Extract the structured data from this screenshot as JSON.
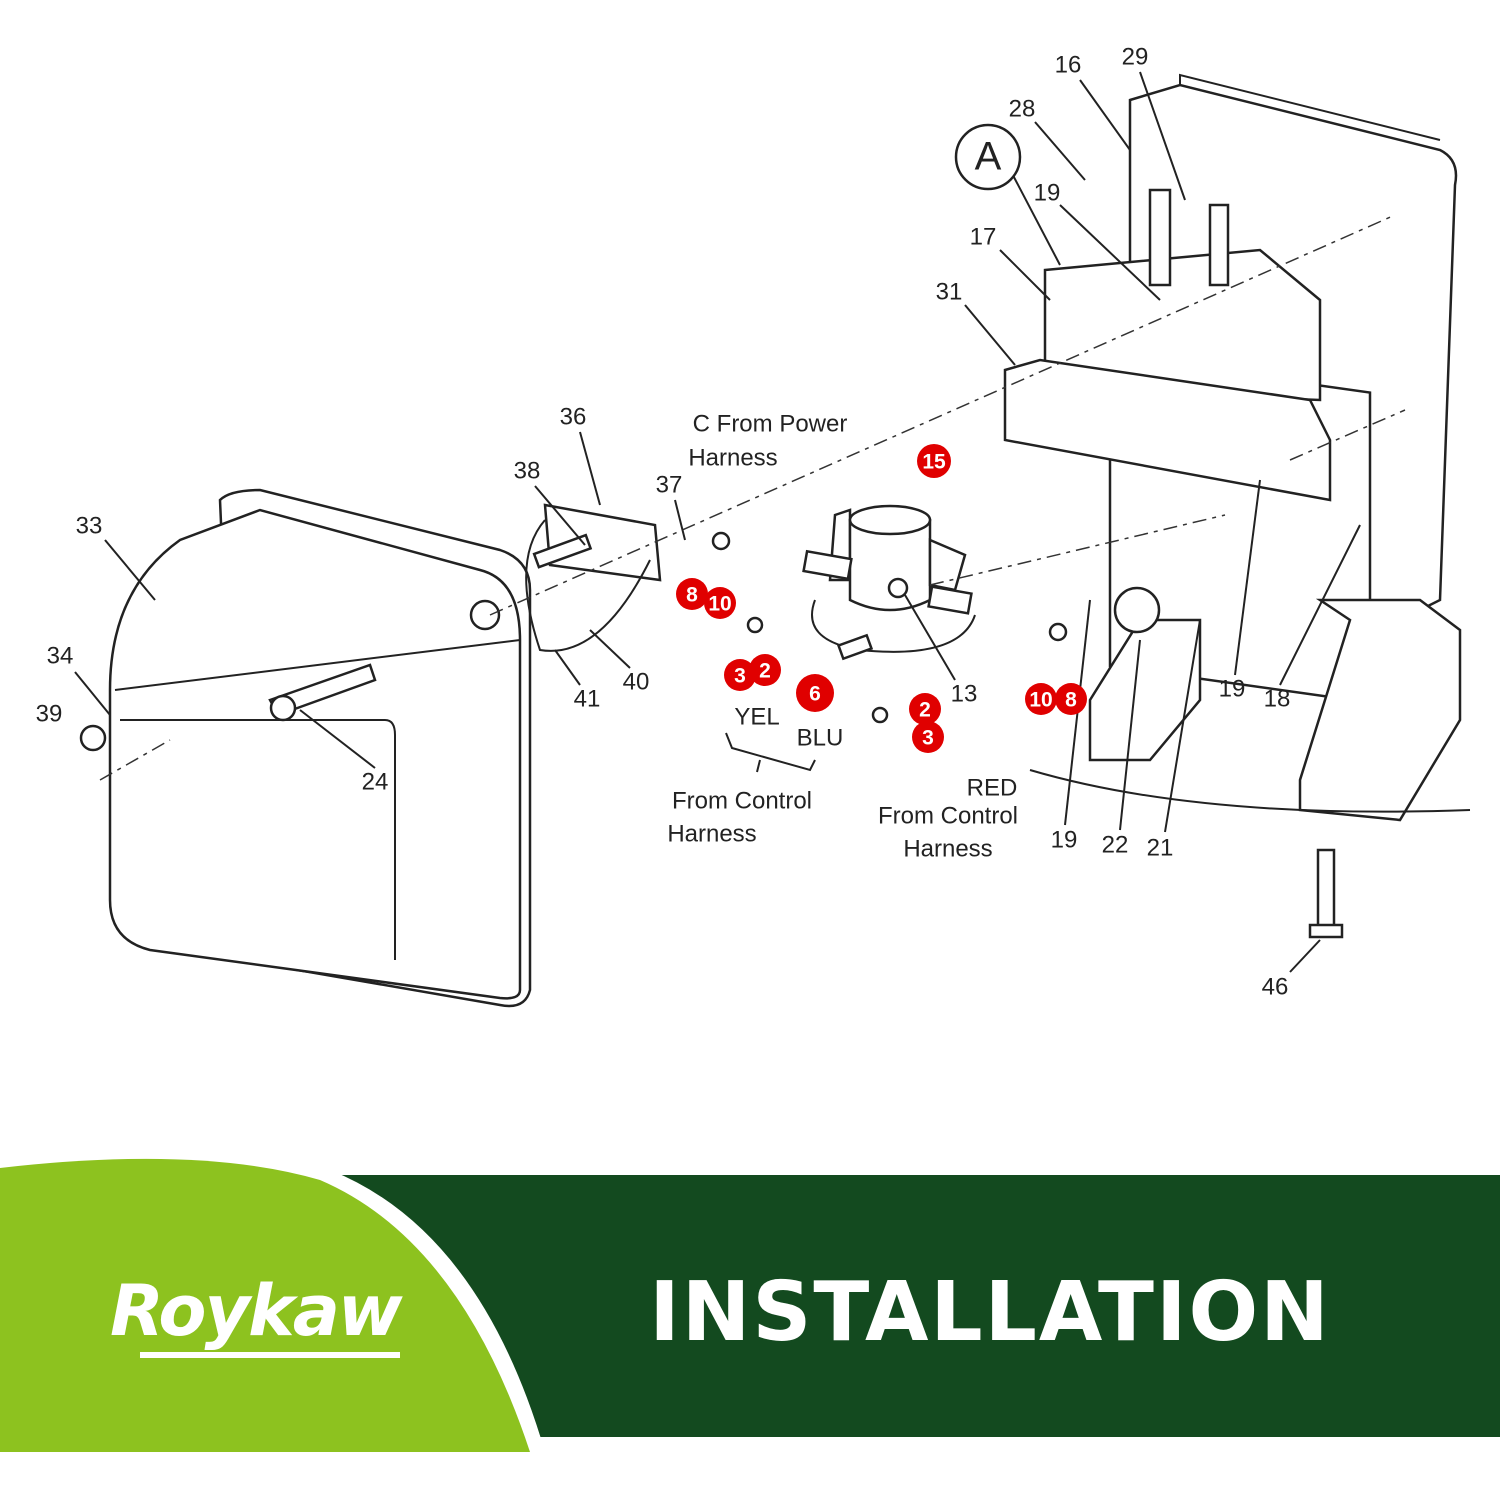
{
  "callouts": [
    {
      "id": "16",
      "text": "16"
    },
    {
      "id": "29",
      "text": "29"
    },
    {
      "id": "28",
      "text": "28"
    },
    {
      "id": "19a",
      "text": "19"
    },
    {
      "id": "17",
      "text": "17"
    },
    {
      "id": "31",
      "text": "31"
    },
    {
      "id": "36",
      "text": "36"
    },
    {
      "id": "38",
      "text": "38"
    },
    {
      "id": "37",
      "text": "37"
    },
    {
      "id": "33",
      "text": "33"
    },
    {
      "id": "34",
      "text": "34"
    },
    {
      "id": "39",
      "text": "39"
    },
    {
      "id": "24",
      "text": "24"
    },
    {
      "id": "41",
      "text": "41"
    },
    {
      "id": "40",
      "text": "40"
    },
    {
      "id": "13",
      "text": "13"
    },
    {
      "id": "19b",
      "text": "19"
    },
    {
      "id": "18",
      "text": "18"
    },
    {
      "id": "19c",
      "text": "19"
    },
    {
      "id": "22",
      "text": "22"
    },
    {
      "id": "21",
      "text": "21"
    },
    {
      "id": "46",
      "text": "46"
    }
  ],
  "detail_marker": "A",
  "red_callouts": [
    "15",
    "8",
    "10",
    "3",
    "2",
    "6",
    "2",
    "3",
    "10",
    "8"
  ],
  "annotations": {
    "power_harness_1": "C From Power",
    "power_harness_2": "Harness",
    "yel": "YEL",
    "blu": "BLU",
    "control_harness_left_1": "From Control",
    "control_harness_left_2": "Harness",
    "red": "RED",
    "control_harness_right_1": "From Control",
    "control_harness_right_2": "Harness"
  },
  "banner": {
    "brand": "Roykaw",
    "title": "INSTALLATION",
    "light_green": "#8dc21f",
    "dark_green": "#134a1f",
    "badge_red": "#e00000"
  }
}
